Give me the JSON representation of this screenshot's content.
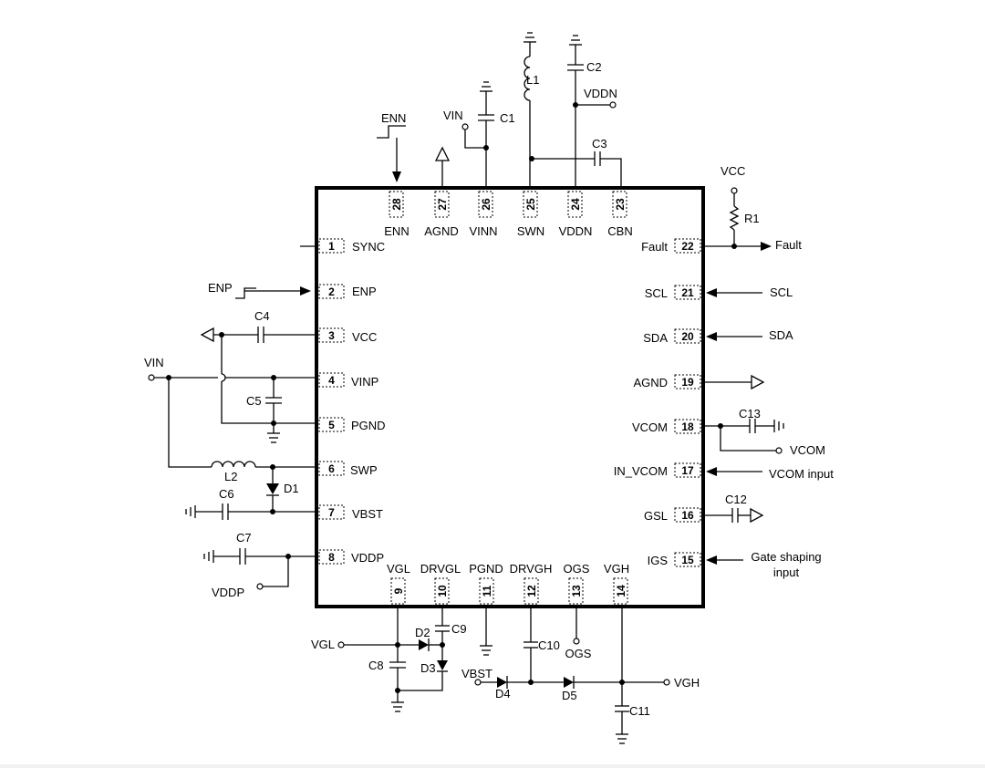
{
  "pins": [
    {
      "num": "1",
      "name": "SYNC"
    },
    {
      "num": "2",
      "name": "ENP"
    },
    {
      "num": "3",
      "name": "VCC"
    },
    {
      "num": "4",
      "name": "VINP"
    },
    {
      "num": "5",
      "name": "PGND"
    },
    {
      "num": "6",
      "name": "SWP"
    },
    {
      "num": "7",
      "name": "VBST"
    },
    {
      "num": "8",
      "name": "VDDP"
    },
    {
      "num": "9",
      "name": "VGL"
    },
    {
      "num": "10",
      "name": "DRVGL"
    },
    {
      "num": "11",
      "name": "PGND"
    },
    {
      "num": "12",
      "name": "DRVGH"
    },
    {
      "num": "13",
      "name": "OGS"
    },
    {
      "num": "14",
      "name": "VGH"
    },
    {
      "num": "15",
      "name": "IGS"
    },
    {
      "num": "16",
      "name": "GSL"
    },
    {
      "num": "17",
      "name": "IN_VCOM"
    },
    {
      "num": "18",
      "name": "VCOM"
    },
    {
      "num": "19",
      "name": "AGND"
    },
    {
      "num": "20",
      "name": "SDA"
    },
    {
      "num": "21",
      "name": "SCL"
    },
    {
      "num": "22",
      "name": "Fault"
    },
    {
      "num": "23",
      "name": "CBN"
    },
    {
      "num": "24",
      "name": "VDDN"
    },
    {
      "num": "25",
      "name": "SWN"
    },
    {
      "num": "26",
      "name": "VINN"
    },
    {
      "num": "27",
      "name": "AGND"
    },
    {
      "num": "28",
      "name": "ENN"
    }
  ],
  "components": {
    "L1": "L1",
    "L2": "L2",
    "C1": "C1",
    "C2": "C2",
    "C3": "C3",
    "C4": "C4",
    "C5": "C5",
    "C6": "C6",
    "C7": "C7",
    "C8": "C8",
    "C9": "C9",
    "C10": "C10",
    "C11": "C11",
    "C12": "C12",
    "C13": "C13",
    "R1": "R1",
    "D1": "D1",
    "D2": "D2",
    "D3": "D3",
    "D4": "D4",
    "D5": "D5"
  },
  "nets": {
    "enn": "ENN",
    "enp": "ENP",
    "vin_top": "VIN",
    "vin_left": "VIN",
    "vddn": "VDDN",
    "vcc": "VCC",
    "fault": "Fault",
    "scl": "SCL",
    "sda": "SDA",
    "vcom": "VCOM",
    "vcom_input": "VCOM input",
    "gate_shaping_1": "Gate shaping",
    "gate_shaping_2": "input",
    "vddp": "VDDP",
    "vgl": "VGL",
    "vbst": "VBST",
    "ogs": "OGS",
    "vgh": "VGH"
  }
}
